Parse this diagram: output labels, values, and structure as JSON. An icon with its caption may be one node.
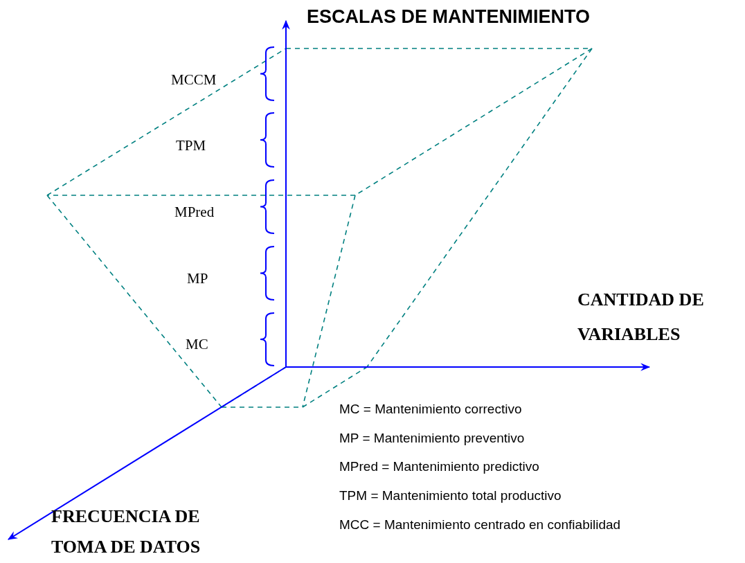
{
  "diagram": {
    "labels": [
      "ESCALAS DE MANTENIMIENTO",
      "MCCM",
      "TPM",
      "MPred",
      "MP",
      "MC",
      "CANTIDAD DE VARIABLES",
      "FRECUENCIA DE TOMA DE DATOS",
      "MC = Mantenimiento correctivo",
      "MP = Mantenimiento preventivo",
      "MPred = Mantenimiento predictivo",
      "TPM = Mantenimiento total productivo",
      "MCC = Mantenimiento centrado en confiabilidad"
    ]
  }
}
